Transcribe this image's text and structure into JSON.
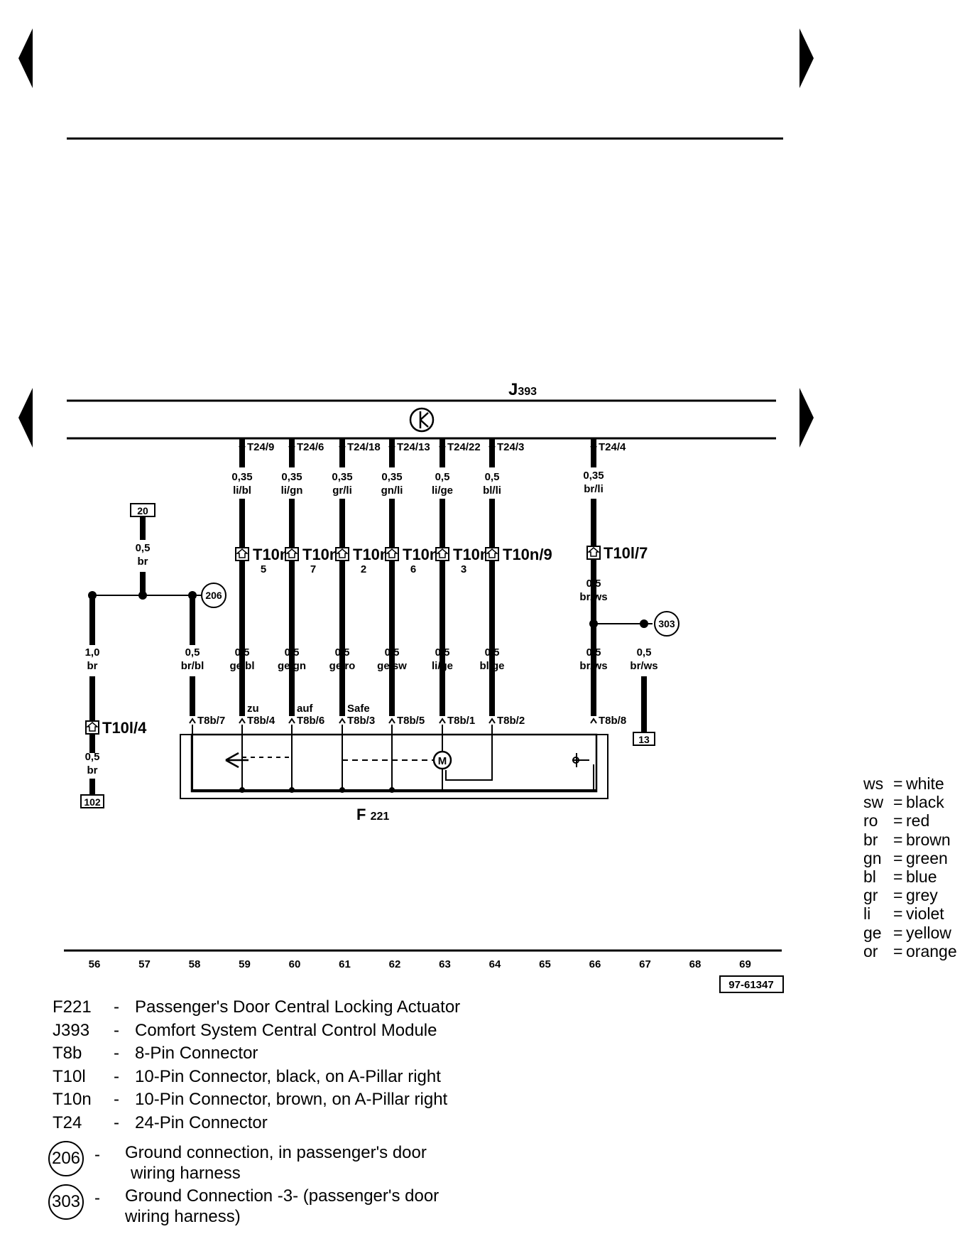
{
  "diagram_id": "97-61347",
  "module": {
    "label": "J",
    "sub": "393"
  },
  "actuator": {
    "label": "F",
    "sub": "221"
  },
  "columns": [
    "56",
    "57",
    "58",
    "59",
    "60",
    "61",
    "62",
    "63",
    "64",
    "65",
    "66",
    "67",
    "68",
    "69"
  ],
  "wires": [
    {
      "t24": "T24/9",
      "top_gauge": "0,35",
      "top_color": "li/bl",
      "t10": "T10n/",
      "t10_pin": "5",
      "bot_gauge": "0,5",
      "bot_color": "ge/bl",
      "func": "zu",
      "t8b": "T8b/4"
    },
    {
      "t24": "T24/6",
      "top_gauge": "0,35",
      "top_color": "li/gn",
      "t10": "T10n/",
      "t10_pin": "7",
      "bot_gauge": "0,5",
      "bot_color": "ge/gn",
      "func": "auf",
      "t8b": "T8b/6"
    },
    {
      "t24": "T24/18",
      "top_gauge": "0,35",
      "top_color": "gr/li",
      "t10": "T10n/",
      "t10_pin": "2",
      "bot_gauge": "0,5",
      "bot_color": "ge/ro",
      "func": "Safe",
      "t8b": "T8b/3"
    },
    {
      "t24": "T24/13",
      "top_gauge": "0,35",
      "top_color": "gn/li",
      "t10": "T10n/",
      "t10_pin": "6",
      "bot_gauge": "0,5",
      "bot_color": "ge/sw",
      "func": "",
      "t8b": "T8b/5"
    },
    {
      "t24": "T24/22",
      "top_gauge": "0,5",
      "top_color": "li/ge",
      "t10": "T10n/",
      "t10_pin": "3",
      "bot_gauge": "0,5",
      "bot_color": "li/ge",
      "func": "",
      "t8b": "T8b/1"
    },
    {
      "t24": "T24/3",
      "top_gauge": "0,5",
      "top_color": "bl/li",
      "t10": "T10n/9",
      "t10_pin": "",
      "bot_gauge": "0,5",
      "bot_color": "bl/ge",
      "func": "",
      "t8b": "T8b/2"
    }
  ],
  "wire66": {
    "t24": "T24/4",
    "top_gauge": "0,35",
    "top_color": "br/li",
    "t10": "T10l/7",
    "mid_gauge": "0,5",
    "mid_color": "br/ws",
    "bot_gauge": "0,5",
    "bot_color": "br/ws",
    "t8b": "T8b/8"
  },
  "wire67": {
    "gauge": "0,5",
    "color": "br/ws",
    "ref": "13",
    "ground": "303"
  },
  "wire56": {
    "gauge": "1,0",
    "color": "br",
    "t10": "T10l/4",
    "bot_gauge": "0,5",
    "bot_color": "br",
    "ref": "102"
  },
  "wire57": {
    "ref": "20",
    "gauge": "0,5",
    "color": "br"
  },
  "wire58": {
    "gauge": "0,5",
    "color": "br/bl",
    "t8b": "T8b/7",
    "ground": "206"
  },
  "motor_symbol": "M",
  "color_codes": [
    {
      "code": "ws",
      "name": "white"
    },
    {
      "code": "sw",
      "name": "black"
    },
    {
      "code": "ro",
      "name": "red"
    },
    {
      "code": "br",
      "name": "brown"
    },
    {
      "code": "gn",
      "name": "green"
    },
    {
      "code": "bl",
      "name": "blue"
    },
    {
      "code": "gr",
      "name": "grey"
    },
    {
      "code": "li",
      "name": "violet"
    },
    {
      "code": "ge",
      "name": "yellow"
    },
    {
      "code": "or",
      "name": "orange"
    }
  ],
  "legend": [
    {
      "code": "F221",
      "desc": "Passenger's Door Central Locking Actuator"
    },
    {
      "code": "J393",
      "desc": "Comfort System Central Control Module"
    },
    {
      "code": "T8b",
      "desc": "8-Pin Connector"
    },
    {
      "code": "T10l",
      "desc": "10-Pin Connector, black, on A-Pillar right"
    },
    {
      "code": "T10n",
      "desc": "10-Pin Connector, brown, on A-Pillar right"
    },
    {
      "code": "T24",
      "desc": "24-Pin Connector"
    }
  ],
  "ground_legend": [
    {
      "code": "206",
      "line1": "Ground connection, in passenger's door",
      "line2": "wiring harness"
    },
    {
      "code": "303",
      "line1": "Ground Connection -3- (passenger's door",
      "line2": "wiring harness)"
    }
  ],
  "dash": "-"
}
